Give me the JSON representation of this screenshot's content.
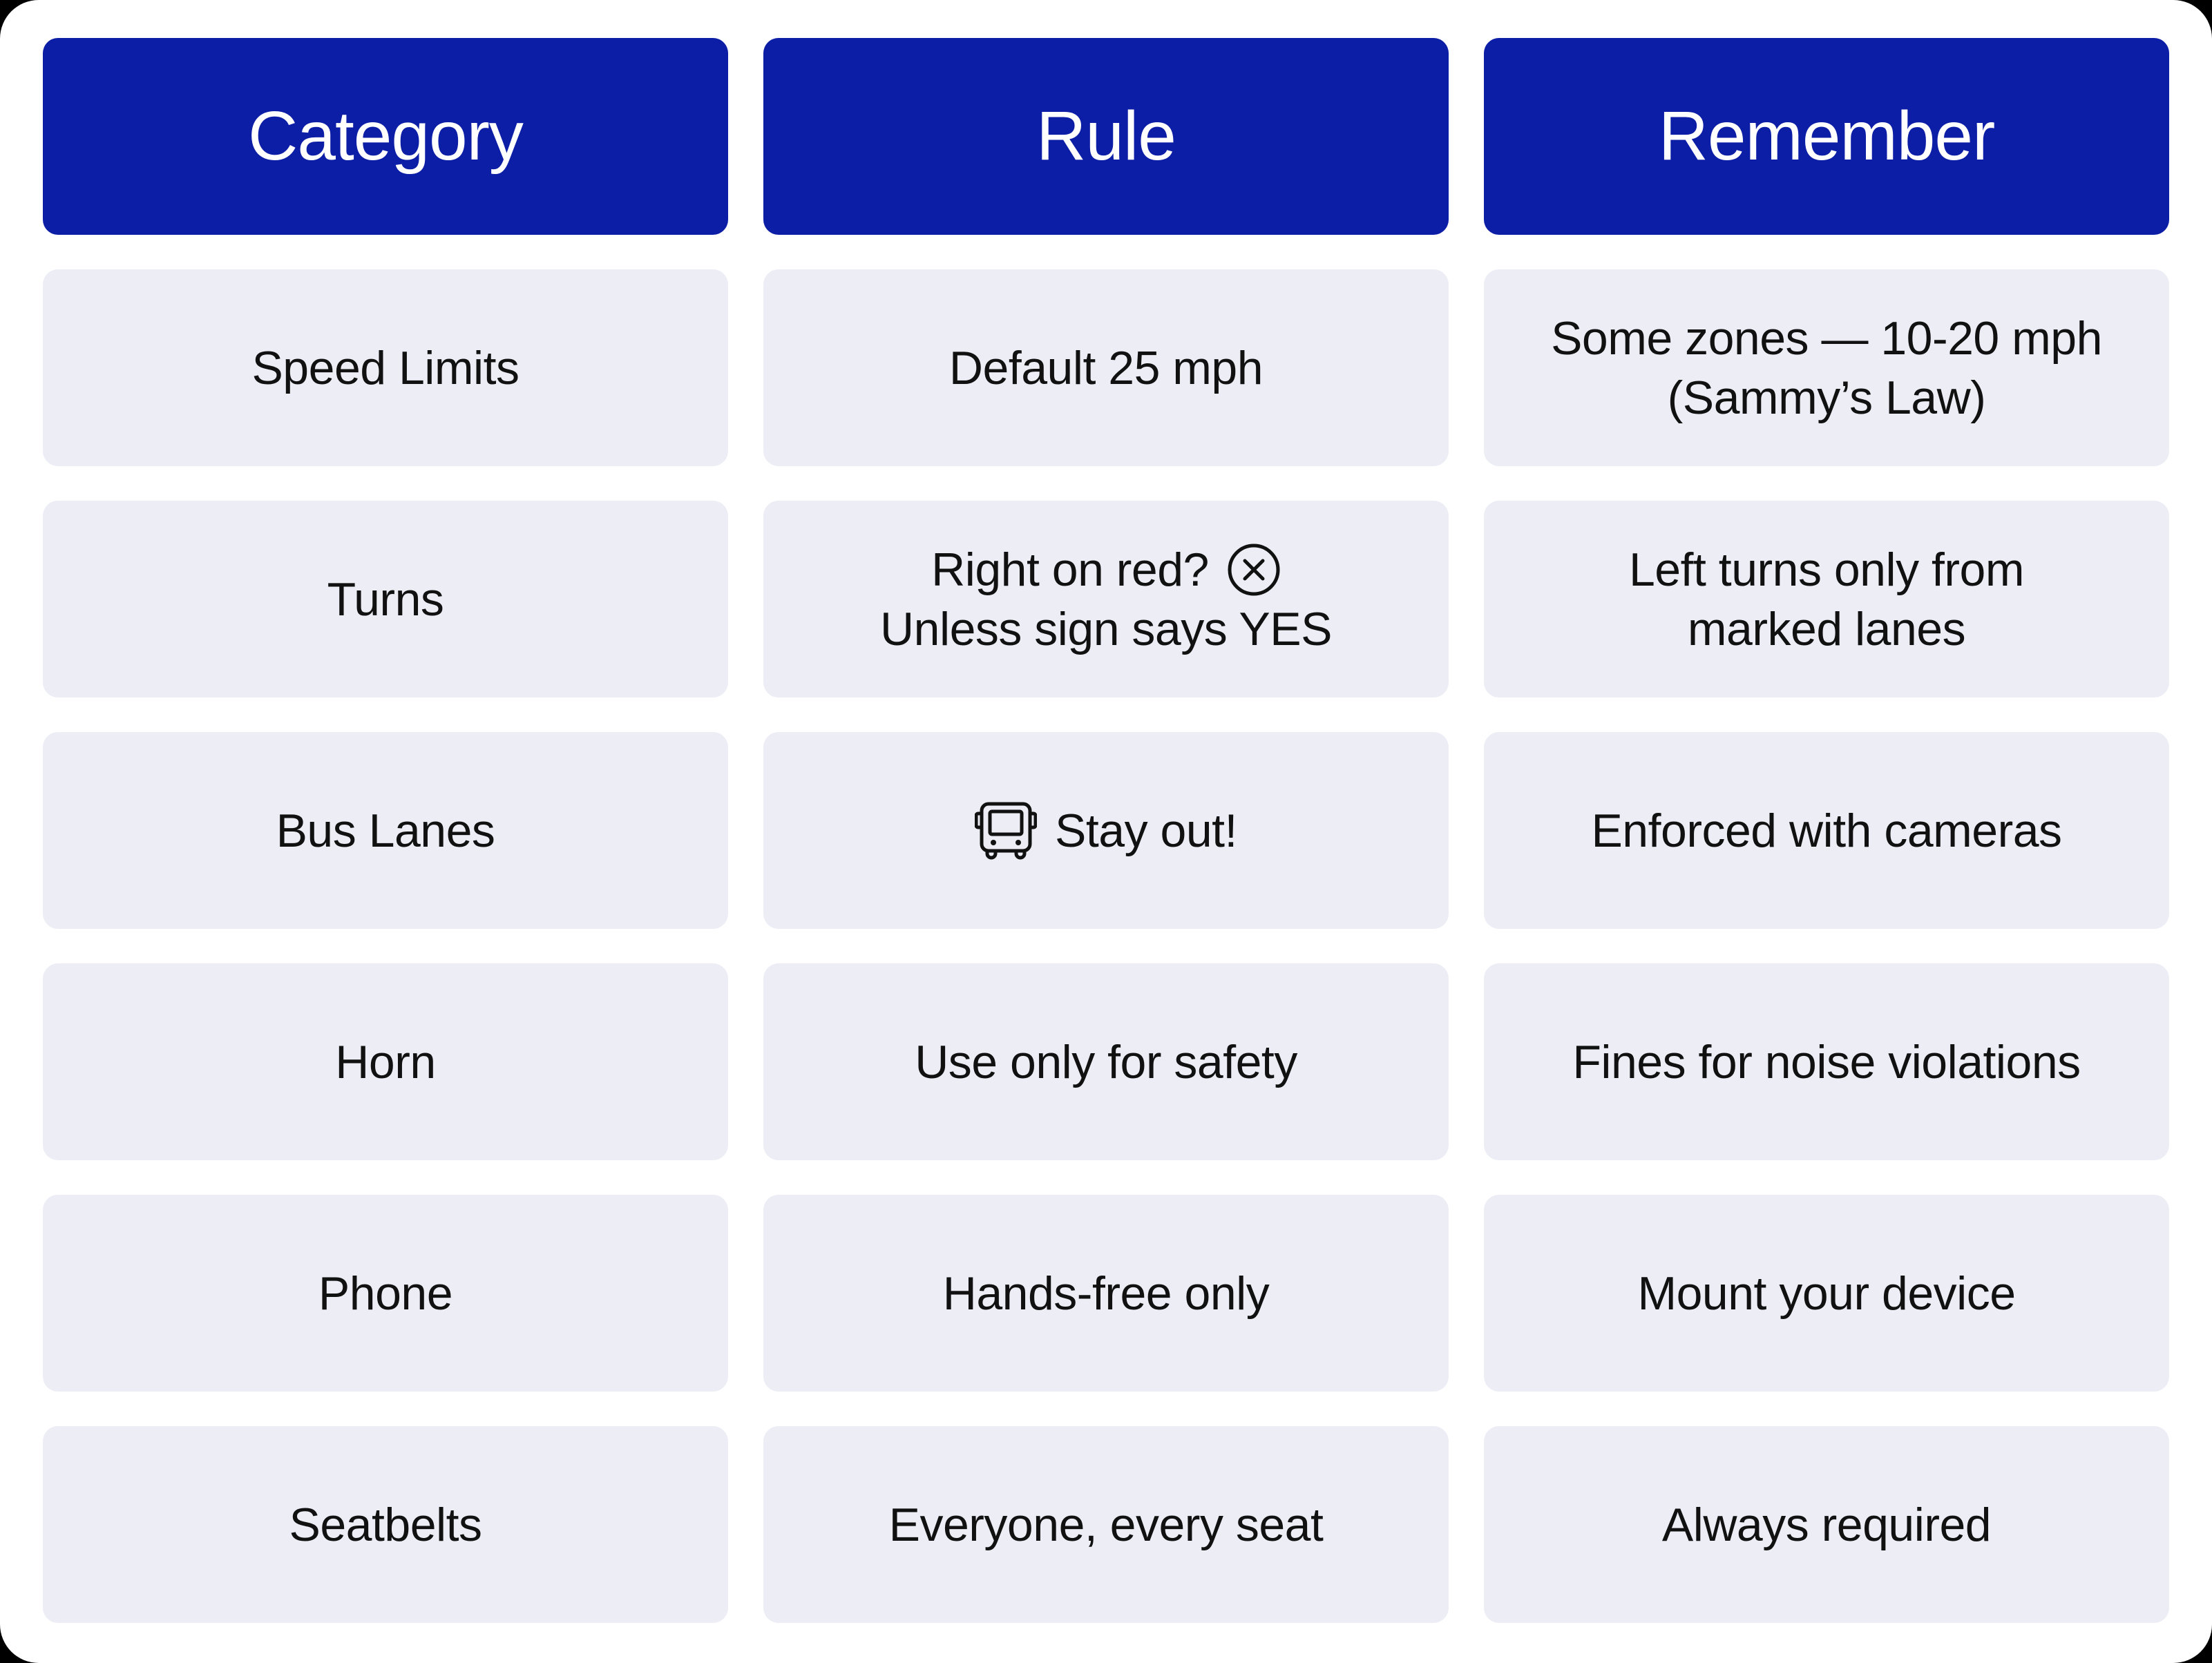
{
  "colors": {
    "header_bg": "#0C1DA6",
    "header_text": "#FFFFFF",
    "cell_bg": "#ECEDF5",
    "cell_text": "#111111",
    "card_bg": "#FFFFFF"
  },
  "table": {
    "headers": [
      "Category",
      "Rule",
      "Remember"
    ],
    "rows": [
      {
        "category": "Speed Limits",
        "rule": "Default 25 mph",
        "remember": [
          "Some zones — 10-20 mph",
          "(Sammy’s Law)"
        ]
      },
      {
        "category": "Turns",
        "rule": [
          "Right on red?",
          "Unless sign says YES"
        ],
        "rule_icon": "circle-x-icon",
        "remember": [
          "Left turns only from",
          "marked lanes"
        ]
      },
      {
        "category": "Bus Lanes",
        "rule": "Stay out!",
        "rule_icon": "bus-icon",
        "remember": "Enforced with cameras"
      },
      {
        "category": "Horn",
        "rule": "Use only for safety",
        "remember": "Fines for noise violations"
      },
      {
        "category": "Phone",
        "rule": "Hands-free only",
        "remember": "Mount your device"
      },
      {
        "category": "Seatbelts",
        "rule": "Everyone, every seat",
        "remember": "Always required"
      }
    ]
  }
}
